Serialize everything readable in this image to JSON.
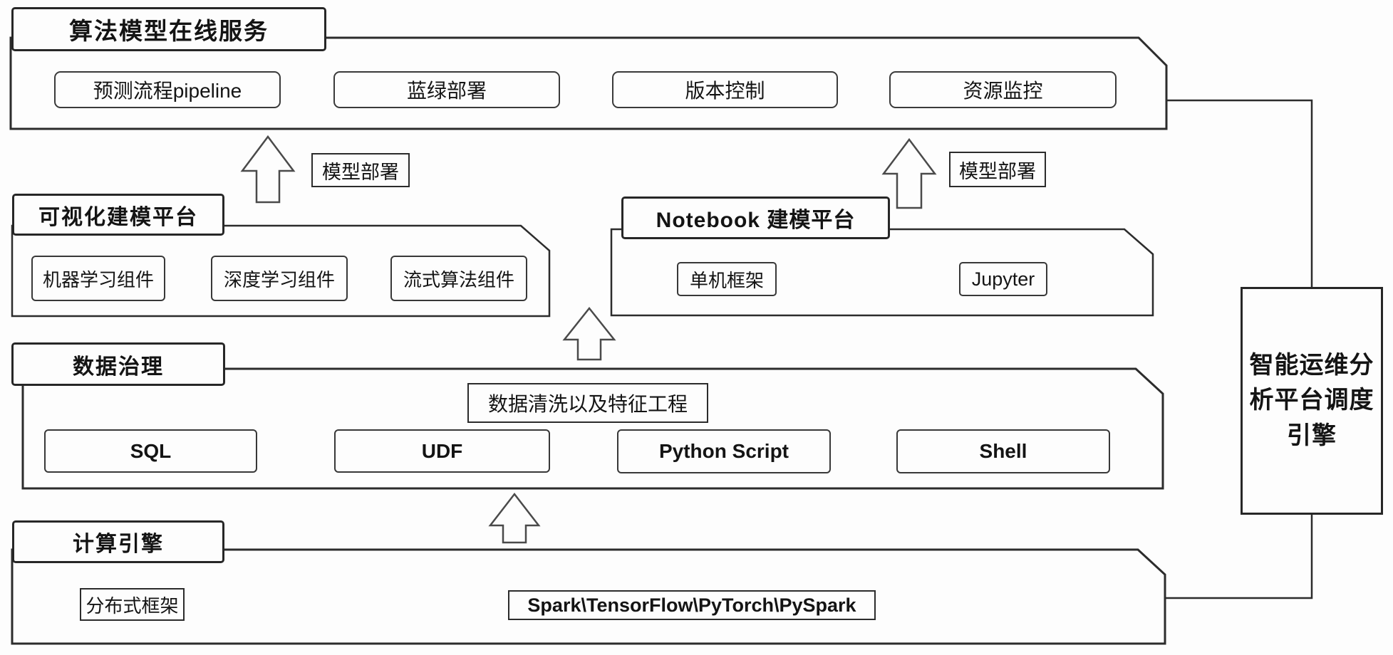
{
  "canvas": {
    "background": "#fdfdfd",
    "line_color": "#3a3a3a"
  },
  "sections": {
    "online_service": {
      "title": "算法模型在线服务",
      "items": [
        "预测流程pipeline",
        "蓝绿部署",
        "版本控制",
        "资源监控"
      ]
    },
    "visual_modeling": {
      "title": "可视化建模平台",
      "items": [
        "机器学习组件",
        "深度学习组件",
        "流式算法组件"
      ]
    },
    "notebook": {
      "title": "Notebook 建模平台",
      "items": [
        "单机框架",
        "Jupyter"
      ]
    },
    "data_governance": {
      "title": "数据治理",
      "label": "数据清洗以及特征工程",
      "items": [
        "SQL",
        "UDF",
        "Python Script",
        "Shell"
      ]
    },
    "compute_engine": {
      "title": "计算引擎",
      "label": "分布式框架",
      "frameworks": "Spark\\TensorFlow\\PyTorch\\PySpark"
    }
  },
  "arrows": {
    "deploy_left_label": "模型部署",
    "deploy_right_label": "模型部署"
  },
  "scheduler": {
    "label": "智能运维分析平台调度引擎"
  }
}
